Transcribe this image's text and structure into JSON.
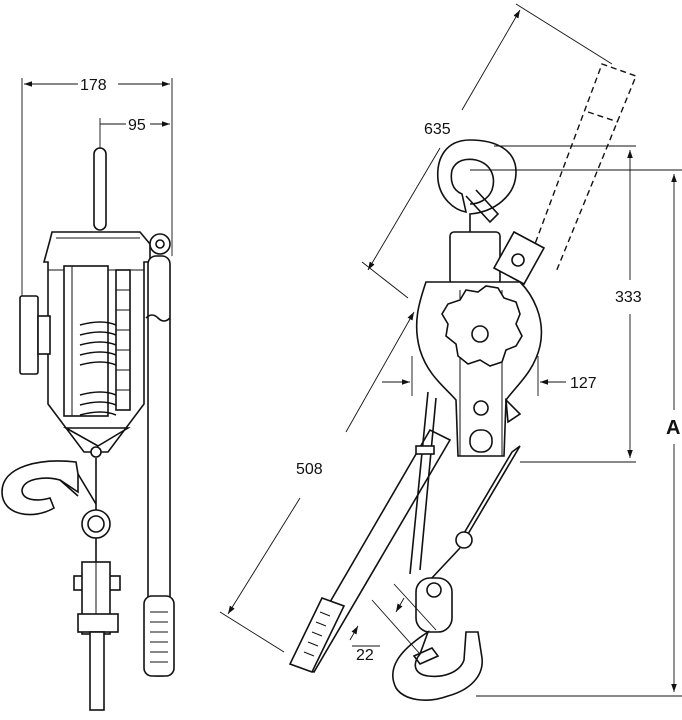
{
  "dimensions": {
    "width_total": "178",
    "width_offset": "95",
    "lever_length": "635",
    "body_height": "333",
    "body_depth": "127",
    "handle_length": "508",
    "chain_dim": "22",
    "overall_label": "A"
  }
}
